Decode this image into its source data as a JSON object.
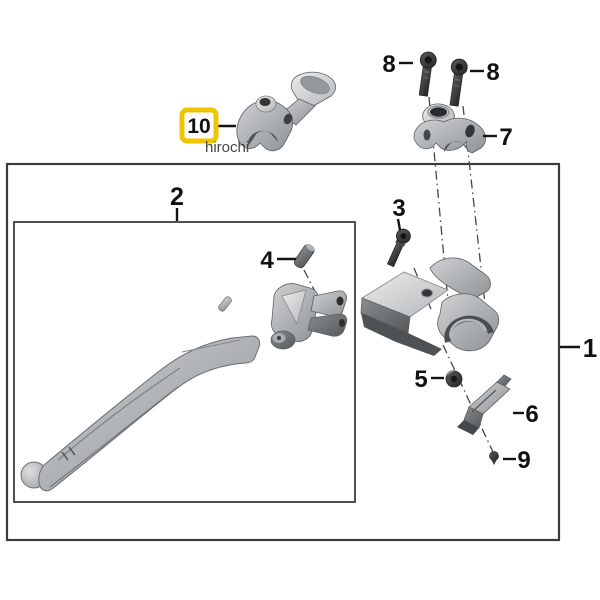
{
  "diagram": {
    "watermark": "hirochi",
    "highlight_color": "#F2C300",
    "callouts": [
      {
        "label": "1"
      },
      {
        "label": "2"
      },
      {
        "label": "3"
      },
      {
        "label": "4"
      },
      {
        "label": "5"
      },
      {
        "label": "6"
      },
      {
        "label": "7"
      },
      {
        "label": "8"
      },
      {
        "label": "8"
      },
      {
        "label": "9"
      },
      {
        "label": "10",
        "highlighted": true
      }
    ]
  }
}
